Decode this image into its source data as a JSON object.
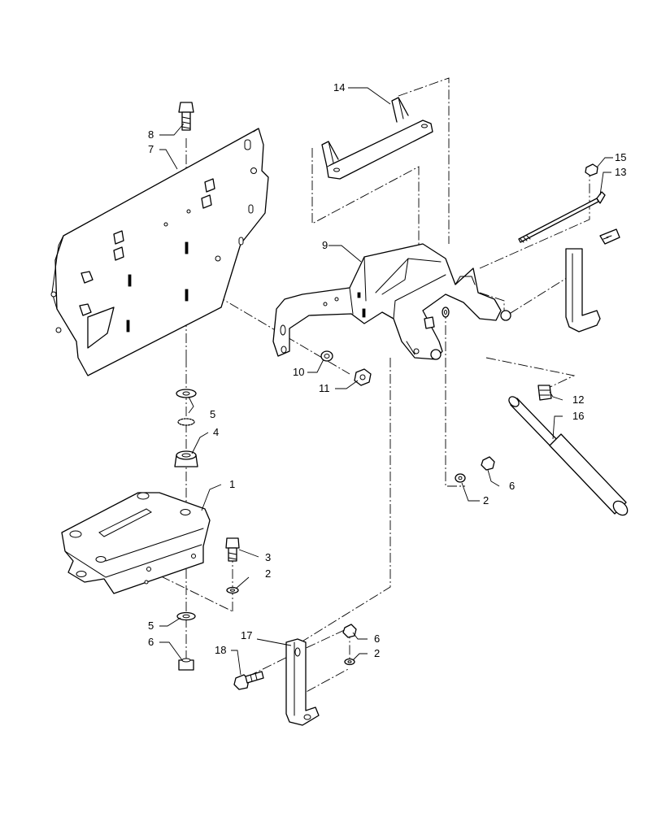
{
  "callouts": {
    "c1": "1",
    "c2a": "2",
    "c2b": "2",
    "c2c": "2",
    "c3": "3",
    "c4": "4",
    "c5a": "5",
    "c5b": "5",
    "c6a": "6",
    "c6b": "6",
    "c6c": "6",
    "c7": "7",
    "c8": "8",
    "c9": "9",
    "c10": "10",
    "c11": "11",
    "c12": "12",
    "c13": "13",
    "c14": "14",
    "c15": "15",
    "c16": "16",
    "c17": "17",
    "c18": "18"
  }
}
